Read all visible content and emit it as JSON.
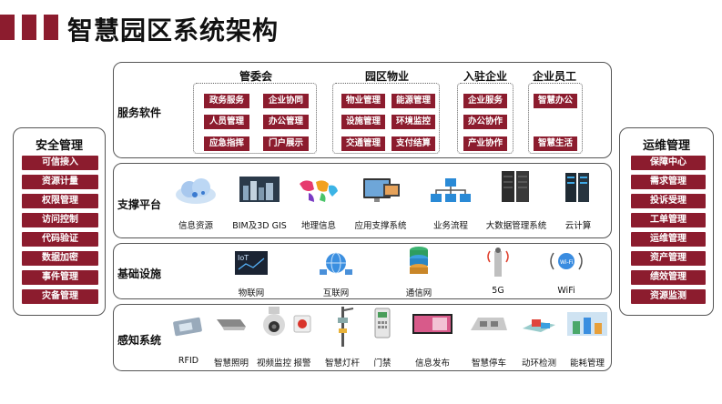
{
  "title": "智慧园区系统架构",
  "colors": {
    "brand": "#8c1c2e",
    "border": "#555555"
  },
  "left_panel": {
    "title": "安全管理",
    "items": [
      "可信接入",
      "资源计量",
      "权限管理",
      "访问控制",
      "代码验证",
      "数据加密",
      "事件管理",
      "灾备管理"
    ]
  },
  "right_panel": {
    "title": "运维管理",
    "items": [
      "保障中心",
      "需求管理",
      "投诉受理",
      "工单管理",
      "运维管理",
      "资产管理",
      "绩效管理",
      "资源监测"
    ]
  },
  "rows": {
    "service": {
      "label": "服务软件",
      "groups": [
        {
          "title": "管委会",
          "items": [
            "政务服务",
            "企业协同",
            "人员管理",
            "办公管理",
            "应急指挥",
            "门户展示"
          ]
        },
        {
          "title": "园区物业",
          "items": [
            "物业管理",
            "能源管理",
            "设施管理",
            "环境监控",
            "交通管理",
            "支付结算"
          ]
        },
        {
          "title": "入驻企业",
          "items": [
            "企业服务",
            "办公协作",
            "产业协作"
          ]
        },
        {
          "title": "企业员工",
          "items": [
            "智慧办公",
            "智慧生活"
          ]
        }
      ]
    },
    "support": {
      "label": "支撑平台",
      "items": [
        {
          "label": "信息资源",
          "icon": "cloud-icon"
        },
        {
          "label": "BIM及3D GIS",
          "icon": "3d-city-icon"
        },
        {
          "label": "地理信息",
          "icon": "world-map-icon"
        },
        {
          "label": "应用支撑系统",
          "icon": "monitor-icon"
        },
        {
          "label": "业务流程",
          "icon": "network-flow-icon"
        },
        {
          "label": "大数据管理系统",
          "icon": "server-rack-icon"
        },
        {
          "label": "云计算",
          "icon": "cloud-server-icon"
        }
      ]
    },
    "infra": {
      "label": "基础设施",
      "items": [
        {
          "label": "物联网",
          "icon": "iot-icon"
        },
        {
          "label": "互联网",
          "icon": "globe-network-icon"
        },
        {
          "label": "通信网",
          "icon": "database-stack-icon"
        },
        {
          "label": "5G",
          "icon": "antenna-5g-icon"
        },
        {
          "label": "WiFi",
          "icon": "wifi-icon"
        }
      ]
    },
    "sensing": {
      "label": "感知系统",
      "items": [
        {
          "label": "RFID",
          "icon": "rfid-reader-icon"
        },
        {
          "label": "智慧照明",
          "icon": "street-lamp-icon"
        },
        {
          "label": "视频监控",
          "icon": "dome-camera-icon"
        },
        {
          "label": "报警",
          "icon": "alarm-button-icon"
        },
        {
          "label": "智慧灯杆",
          "icon": "smart-pole-icon"
        },
        {
          "label": "门禁",
          "icon": "access-control-icon"
        },
        {
          "label": "信息发布",
          "icon": "display-screen-icon"
        },
        {
          "label": "智慧停车",
          "icon": "parking-icon"
        },
        {
          "label": "动环检测",
          "icon": "env-monitor-icon"
        },
        {
          "label": "能耗管理",
          "icon": "energy-icon"
        }
      ]
    }
  }
}
